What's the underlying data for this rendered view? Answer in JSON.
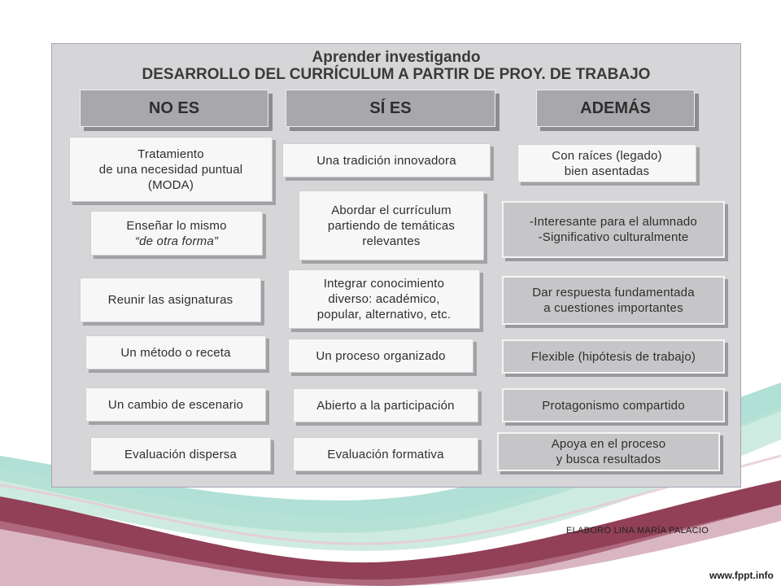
{
  "slide": {
    "title": "Aprender investigando",
    "subtitle": "DESARROLLO DEL CURRÍCULUM A PARTIR DE PROY. DE TRABAJO",
    "columns": [
      {
        "header": "NO ES",
        "items": [
          [
            "Tratamiento",
            "de una necesidad puntual",
            "(MODA)"
          ],
          [
            "Enseñar lo mismo",
            "“de otra forma”"
          ],
          [
            "Reunir las asignaturas"
          ],
          [
            "Un método o receta"
          ],
          [
            "Un cambio de escenario"
          ],
          [
            "Evaluación dispersa"
          ]
        ]
      },
      {
        "header": "SÍ ES",
        "items": [
          [
            "Una tradición innovadora"
          ],
          [
            "Abordar el currículum",
            "partiendo de temáticas",
            "relevantes"
          ],
          [
            "Integrar conocimiento",
            "diverso: académico,",
            "popular, alternativo, etc."
          ],
          [
            "Un proceso organizado"
          ],
          [
            "Abierto a la participación"
          ],
          [
            "Evaluación formativa"
          ]
        ]
      },
      {
        "header": "ADEMÁS",
        "items": [
          [
            "Con raíces (legado)",
            "bien asentadas"
          ],
          [
            "-Interesante para el alumnado",
            "-Significativo culturalmente"
          ],
          [
            "Dar respuesta fundamentada",
            "a cuestiones importantes"
          ],
          [
            "Flexible (hipótesis de trabajo)"
          ],
          [
            "Protagonismo compartido"
          ],
          [
            "Apoya en el proceso",
            "y busca resultados"
          ]
        ]
      }
    ]
  },
  "footer": {
    "credit": "ELABORÓ LINA MARÍA PALACIO",
    "site": "www.fppt.info"
  },
  "colors": {
    "panel": "#d6d6d8",
    "header_fill": "#a8a8ac",
    "box_light": "#f7f7f7",
    "box_gray": "#c6c6c8"
  }
}
